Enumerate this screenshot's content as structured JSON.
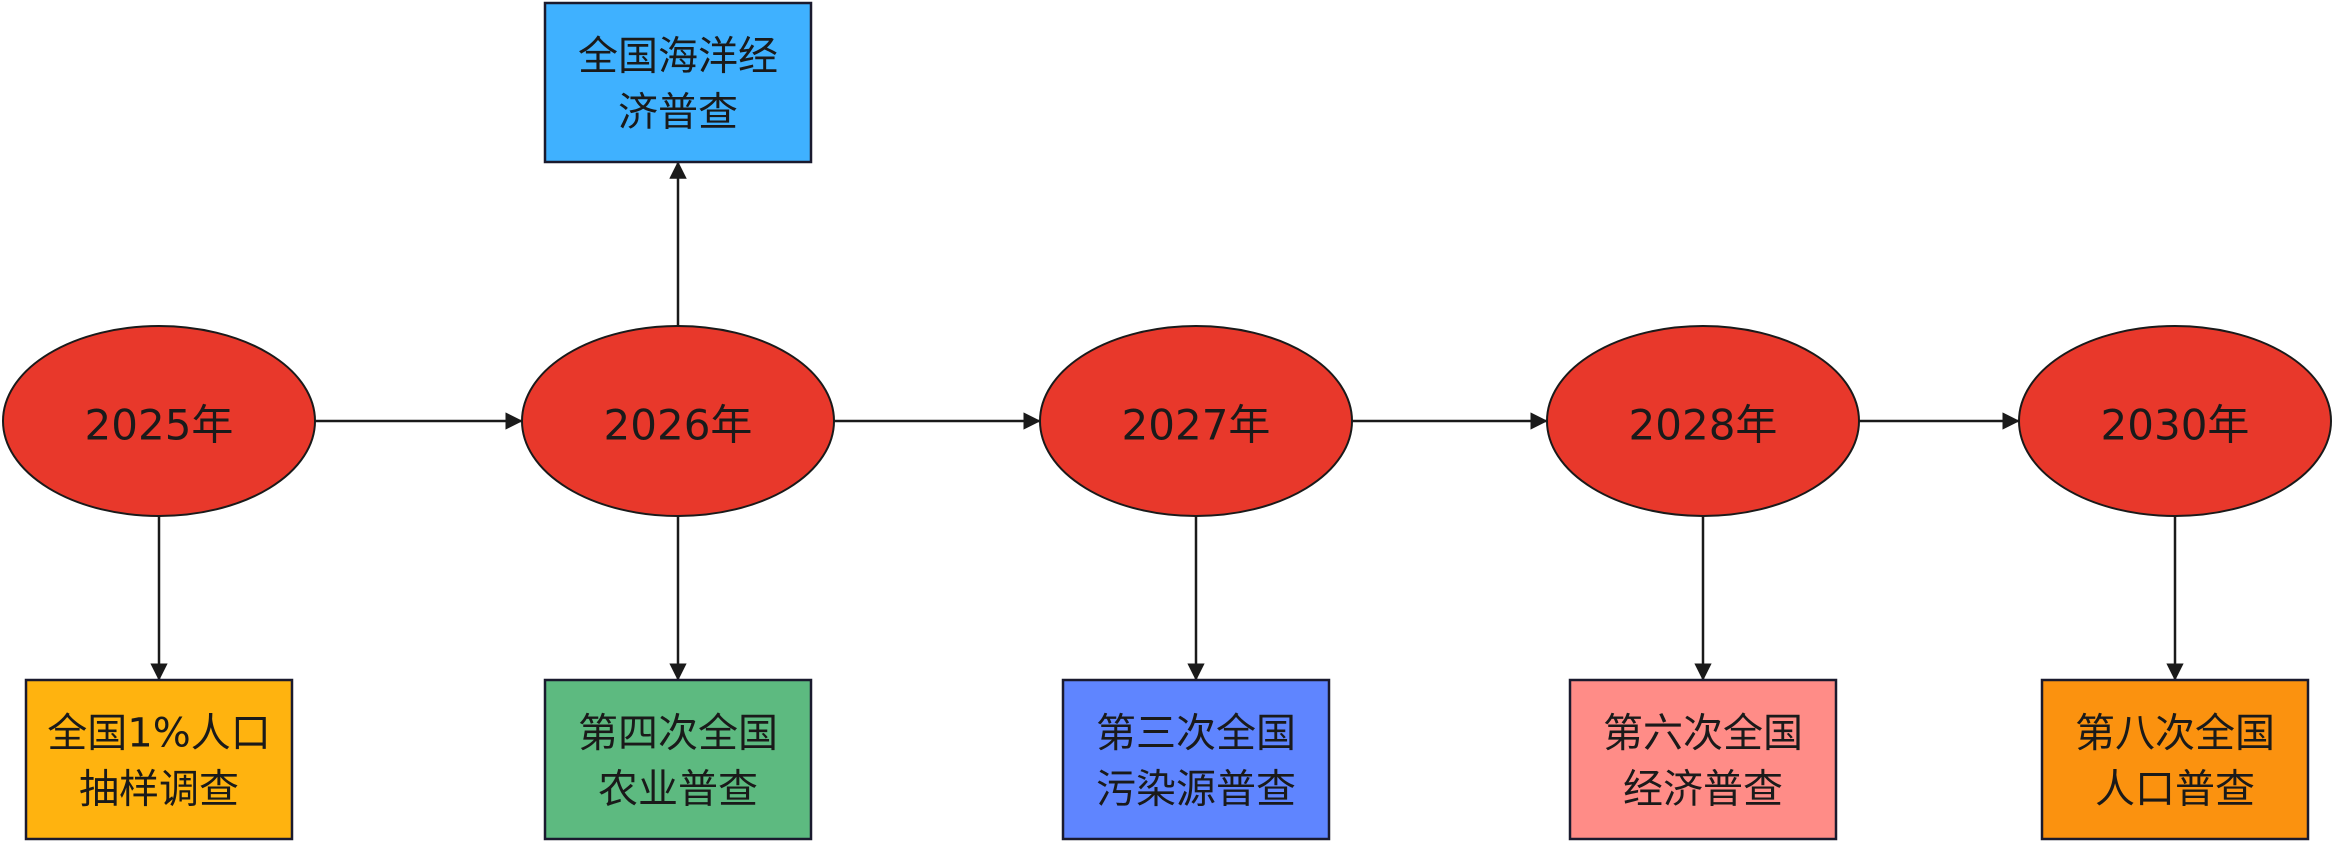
{
  "diagram": {
    "years": [
      {
        "id": "2025",
        "label": "2025年",
        "color": "#e8382b"
      },
      {
        "id": "2026",
        "label": "2026年",
        "color": "#e8382b"
      },
      {
        "id": "2027",
        "label": "2027年",
        "color": "#e8382b"
      },
      {
        "id": "2028",
        "label": "2028年",
        "color": "#e8382b"
      },
      {
        "id": "2030",
        "label": "2030年",
        "color": "#e8382b"
      }
    ],
    "surveys": [
      {
        "id": "ocean",
        "year": "2026",
        "position": "above",
        "lines": [
          "全国海洋经",
          "济普查"
        ],
        "color": "#3fb1ff"
      },
      {
        "id": "population-sample",
        "year": "2025",
        "position": "below",
        "lines": [
          "全国1%人口",
          "抽样调查"
        ],
        "color": "#ffb30f"
      },
      {
        "id": "agriculture",
        "year": "2026",
        "position": "below",
        "lines": [
          "第四次全国",
          "农业普查"
        ],
        "color": "#5dba80"
      },
      {
        "id": "pollution",
        "year": "2027",
        "position": "below",
        "lines": [
          "第三次全国",
          "污染源普查"
        ],
        "color": "#5f85ff"
      },
      {
        "id": "economic",
        "year": "2028",
        "position": "below",
        "lines": [
          "第六次全国",
          "经济普查"
        ],
        "color": "#ff8c87"
      },
      {
        "id": "population",
        "year": "2030",
        "position": "below",
        "lines": [
          "第八次全国",
          "人口普查"
        ],
        "color": "#fb920f"
      }
    ],
    "edges": [
      {
        "from": "2025",
        "to": "2026"
      },
      {
        "from": "2026",
        "to": "2027"
      },
      {
        "from": "2027",
        "to": "2028"
      },
      {
        "from": "2028",
        "to": "2030"
      },
      {
        "from": "2026",
        "to": "ocean"
      },
      {
        "from": "2025",
        "to": "population-sample"
      },
      {
        "from": "2026",
        "to": "agriculture"
      },
      {
        "from": "2027",
        "to": "pollution"
      },
      {
        "from": "2028",
        "to": "economic"
      },
      {
        "from": "2030",
        "to": "population"
      }
    ]
  }
}
